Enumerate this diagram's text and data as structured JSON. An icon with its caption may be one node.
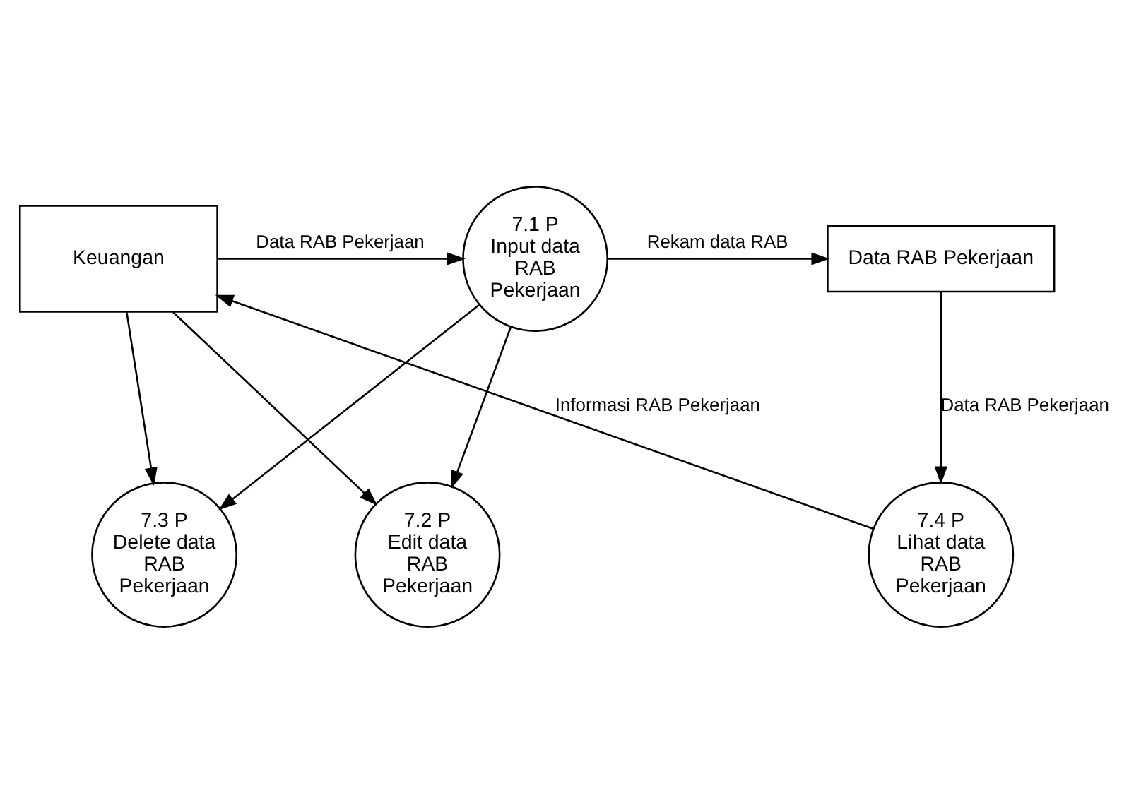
{
  "diagram": {
    "nodes": [
      {
        "text": [
          "Keuangan"
        ]
      },
      {
        "text": [
          "7.1 P",
          "Input data RAB Pekerjaan"
        ]
      },
      {
        "text": [
          "7.2 P",
          "Edit data RAB Pekerjaan"
        ]
      },
      {
        "text": [
          "7.3 P",
          "Delete data RAB Pekerjaan"
        ]
      },
      {
        "text": [
          "7.4 P",
          "Lihat data RAB Pekerjaan"
        ]
      },
      {
        "text": [
          "Data RAB Pekerjaan"
        ]
      }
    ],
    "edges": [
      {
        "from": 0,
        "to": 1,
        "arrow": "to",
        "label": "Data RAB Pekerjaan"
      },
      {
        "from": 0,
        "to": 2,
        "arrow": "to"
      },
      {
        "from": 0,
        "to": 3,
        "arrow": "to"
      },
      {
        "from": 1,
        "to": 5,
        "arrow": "to",
        "label": "Rekam data RAB"
      },
      {
        "from": 1,
        "to": 2,
        "arrow": "to"
      },
      {
        "from": 1,
        "to": 3,
        "arrow": "to"
      },
      {
        "from": 5,
        "to": 4,
        "arrow": "to",
        "label": "Data RAB Pekerjaan"
      },
      {
        "from": 4,
        "to": 0,
        "arrow": "to",
        "label": "Informasi RAB Pekerjaan"
      }
    ]
  }
}
